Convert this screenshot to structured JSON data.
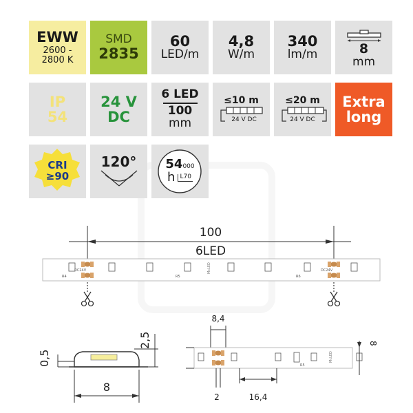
{
  "tiles": {
    "eww": {
      "title": "EWW",
      "range1": "2600 -",
      "range2": "2800 K",
      "bg": "#f6eda0"
    },
    "smd": {
      "label": "SMD",
      "value": "2835",
      "bg": "#a9c93f"
    },
    "leds": {
      "value": "60",
      "unit": "LED/m"
    },
    "power": {
      "value": "4,8",
      "unit": "W/m"
    },
    "lumen": {
      "value": "340",
      "unit": "lm/m"
    },
    "width": {
      "value": "8",
      "unit": "mm",
      "icon": "strip-width-icon"
    },
    "ip": {
      "line1": "IP",
      "line2": "54",
      "color": "#f3e27a"
    },
    "voltage": {
      "line1": "24 V",
      "line2": "DC",
      "color": "#27933b"
    },
    "cut": {
      "line1": "6 LED",
      "line2": "100",
      "line3": "mm"
    },
    "feed10": {
      "label": "≤10 m",
      "supply": "24 V DC"
    },
    "feed20": {
      "label": "≤20 m",
      "supply": "24 V DC"
    },
    "extra": {
      "line1": "Extra",
      "line2": "long",
      "bg": "#ef5a27"
    },
    "cri": {
      "line1": "CRI",
      "line2": "≥90",
      "bg": "#f6df3a"
    },
    "angle": {
      "value": "120°"
    },
    "life": {
      "hours_main": "54",
      "hours_small": "000",
      "h": "h",
      "rating": "L70"
    }
  },
  "strip_top": {
    "length": "100",
    "leds": "6LED",
    "pad_text": "DC24V",
    "brand": "McLED",
    "labels": [
      "R4",
      "R5",
      "R6"
    ]
  },
  "profile": {
    "height_total": "2,5",
    "height_base": "0,5",
    "width": "8"
  },
  "strip_bottom": {
    "pad_dim": "8,4",
    "pad_gap": "2",
    "pitch": "16,4",
    "width": "8",
    "brand": "McLED",
    "labels": [
      "R5"
    ]
  }
}
